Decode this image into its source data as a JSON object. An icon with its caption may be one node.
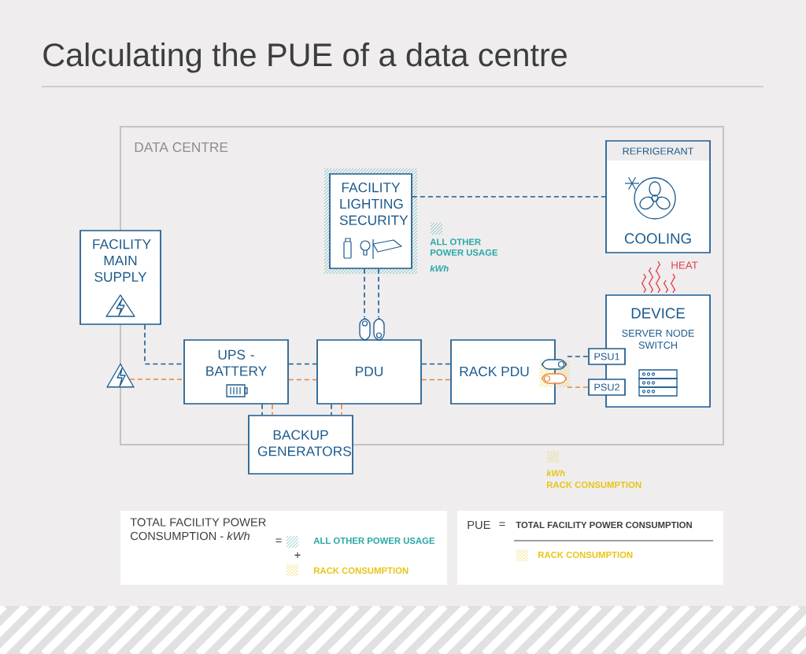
{
  "diagram": {
    "title": "Calculating the PUE of a data centre",
    "nodes": [
      {
        "text": [
          "DATA CENTRE"
        ]
      },
      {
        "text": [
          "FACILITY MAIN SUPPLY"
        ]
      },
      {
        "text": [
          "FACILITY LIGHTING SECURITY"
        ],
        "in": 0
      },
      {
        "text": [
          "REFRIGERANT",
          "COOLING"
        ],
        "in": 0
      },
      {
        "text": [
          "UPS - BATTERY"
        ],
        "in": 0
      },
      {
        "text": [
          "PDU"
        ],
        "in": 0
      },
      {
        "text": [
          "RACK PDU"
        ],
        "in": 0
      },
      {
        "text": [
          "DEVICE",
          "SERVER NODE SWITCH"
        ],
        "in": 0
      },
      {
        "text": [
          "PSU1"
        ],
        "in": 0
      },
      {
        "text": [
          "PSU2"
        ],
        "in": 0
      },
      {
        "text": [
          "BACKUP GENERATORS"
        ]
      },
      {
        "text": [],
        "shape": "triangle"
      }
    ],
    "edges": [
      {
        "from": 1,
        "to": 4,
        "arrow": "none",
        "style": "dashed"
      },
      {
        "from": 11,
        "to": 4,
        "arrow": "none",
        "style": "dashed",
        "color": "#e8863a"
      },
      {
        "from": 4,
        "to": 5,
        "arrow": "none",
        "style": "dashed"
      },
      {
        "from": 4,
        "to": 5,
        "arrow": "none",
        "style": "dashed",
        "color": "#e8863a"
      },
      {
        "from": 5,
        "to": 6,
        "arrow": "none",
        "style": "dashed"
      },
      {
        "from": 5,
        "to": 6,
        "arrow": "none",
        "style": "dashed",
        "color": "#e8863a"
      },
      {
        "from": 6,
        "to": 8,
        "arrow": "none",
        "style": "dashed"
      },
      {
        "from": 6,
        "to": 9,
        "arrow": "none",
        "style": "dashed",
        "color": "#e8863a"
      },
      {
        "from": 2,
        "to": 5,
        "arrow": "none",
        "style": "dashed"
      },
      {
        "from": 2,
        "to": 5,
        "arrow": "none",
        "style": "dashed"
      },
      {
        "from": 2,
        "to": 3,
        "arrow": "none",
        "style": "dashed"
      },
      {
        "from": 4,
        "to": 10,
        "arrow": "none",
        "style": "dashed"
      },
      {
        "from": 4,
        "to": 10,
        "arrow": "none",
        "style": "dashed",
        "color": "#e8863a"
      },
      {
        "from": 5,
        "to": 10,
        "arrow": "none",
        "style": "dashed"
      },
      {
        "from": 5,
        "to": 10,
        "arrow": "none",
        "style": "dashed",
        "color": "#e8863a"
      }
    ],
    "labels": [
      "HEAT",
      "kWh",
      "kWh",
      "TOTAL FACILITY POWER CONSUMPTION - *kWh*",
      "=",
      "ALL OTHER POWER USAGE",
      "+",
      "RACK CONSUMPTION",
      "PUE",
      "=",
      "TOTAL FACILITY POWER CONSUMPTION",
      "RACK CONSUMPTION"
    ],
    "legend": [
      {
        "text": "ALL OTHER POWER USAGE"
      },
      {
        "text": "RACK CONSUMPTION"
      }
    ]
  }
}
